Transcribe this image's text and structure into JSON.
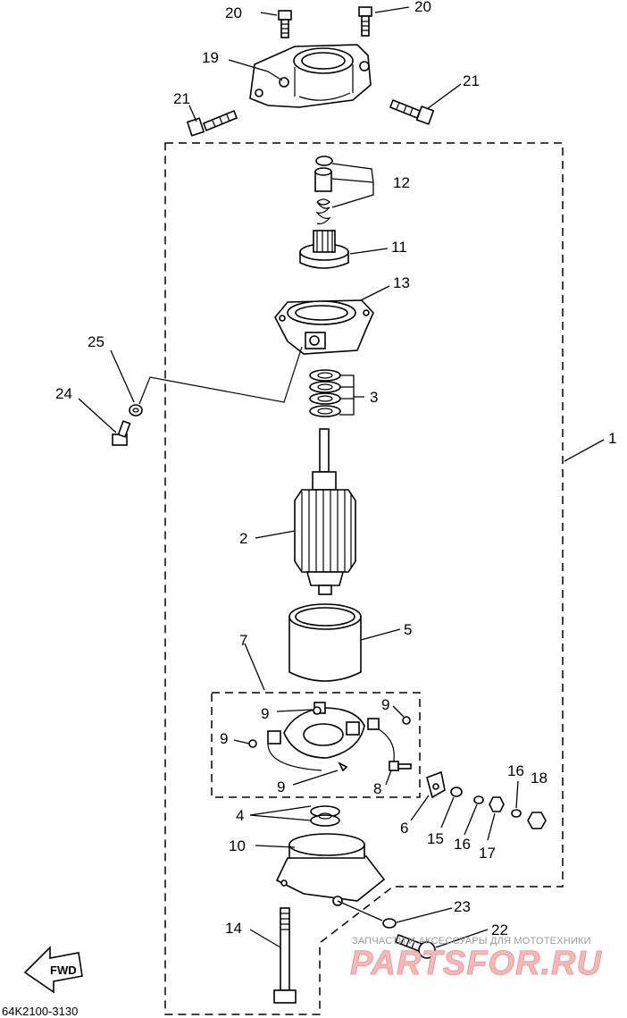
{
  "diagram": {
    "callouts": {
      "c1": "1",
      "c2": "2",
      "c3": "3",
      "c4": "4",
      "c5": "5",
      "c6": "6",
      "c7": "7",
      "c8": "8",
      "c9a": "9",
      "c9b": "9",
      "c9c": "9",
      "c9d": "9",
      "c10": "10",
      "c11": "11",
      "c12": "12",
      "c13": "13",
      "c14": "14",
      "c15": "15",
      "c16a": "16",
      "c16b": "16",
      "c17": "17",
      "c18": "18",
      "c19": "19",
      "c20a": "20",
      "c20b": "20",
      "c21a": "21",
      "c21b": "21",
      "c22": "22",
      "c23": "23",
      "c24": "24",
      "c25": "25"
    },
    "fwd_label": "FWD",
    "drawing_code": "64K2100-3130"
  },
  "watermark": {
    "tagline": "ЗАПЧАСТИ И АКСЕССУАРЫ ДЛЯ МОТОТЕХНИКИ",
    "brand": "PARTSFOR.RU"
  }
}
